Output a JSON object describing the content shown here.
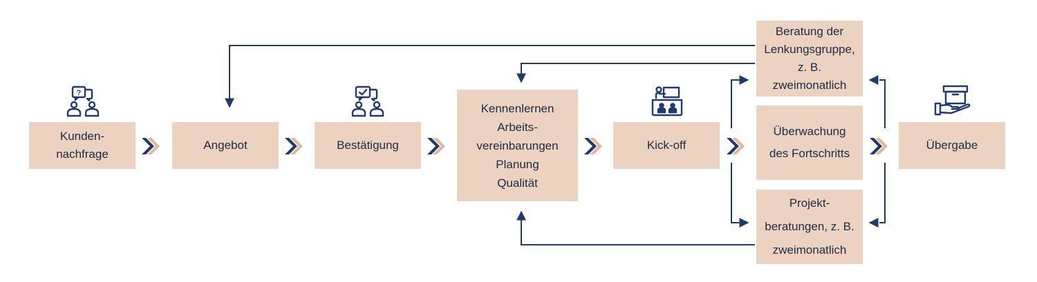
{
  "colors": {
    "box_fill": "#ecd2c0",
    "navy": "#1f3a6b",
    "text": "#1f2a44",
    "chevron_light": "#e2b9a0"
  },
  "steps": {
    "kundennachfrage": "Kunden-\nnachfrage",
    "angebot": "Angebot",
    "bestaetigung": "Bestätigung",
    "kennenlernen": "Kennenlernen\nArbeits-\nvereinbarungen\nPlanung\nQualität",
    "kickoff": "Kick-off",
    "beratung_lenkung": "Beratung der\nLenkungsgruppe,\nz. B.\nzweimonatlich",
    "ueberwachung": "Überwachung\ndes Fortschritts",
    "projektberatungen": "Projekt-\nberatungen, z. B.\nzweimonatlich",
    "uebergabe": "Übergabe"
  },
  "icons": {
    "kundennachfrage": "question-people-icon",
    "bestaetigung": "check-people-icon",
    "kickoff": "meeting-presentation-icon",
    "uebergabe": "hand-box-icon",
    "flow_arrow": "double-chevron-icon"
  }
}
